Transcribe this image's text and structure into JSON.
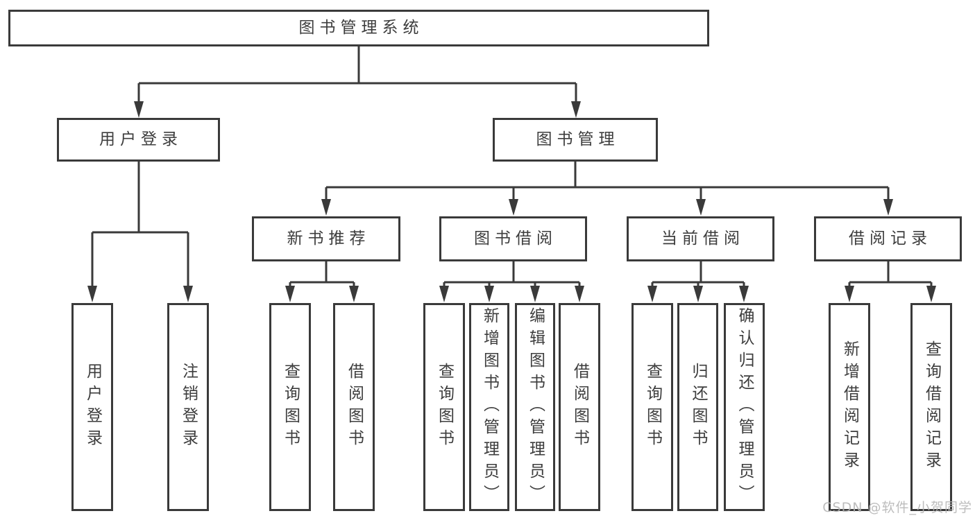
{
  "diagram": {
    "title": "图书管理系统",
    "level2": [
      {
        "label": "用户登录",
        "children": [
          {
            "label": "用户登录"
          },
          {
            "label": "注销登录"
          }
        ]
      },
      {
        "label": "图书管理",
        "children": [
          {
            "label": "新书推荐",
            "children": [
              {
                "label": "查询图书"
              },
              {
                "label": "借阅图书"
              }
            ]
          },
          {
            "label": "图书借阅",
            "children": [
              {
                "label": "查询图书"
              },
              {
                "label": "新增图书（管理员）"
              },
              {
                "label": "编辑图书（管理员）"
              },
              {
                "label": "借阅图书"
              }
            ]
          },
          {
            "label": "当前借阅",
            "children": [
              {
                "label": "查询图书"
              },
              {
                "label": "归还图书"
              },
              {
                "label": "确认归还（管理员）"
              }
            ]
          },
          {
            "label": "借阅记录",
            "children": [
              {
                "label": "新增借阅记录"
              },
              {
                "label": "查询借阅记录"
              }
            ]
          }
        ]
      }
    ]
  },
  "watermark": {
    "text": "CSDN @软件_小贺同学"
  },
  "colors": {
    "line": "#3a3a3a",
    "text": "#3d3d3d",
    "watermark": "#b4b4b4",
    "background": "#ffffff"
  }
}
